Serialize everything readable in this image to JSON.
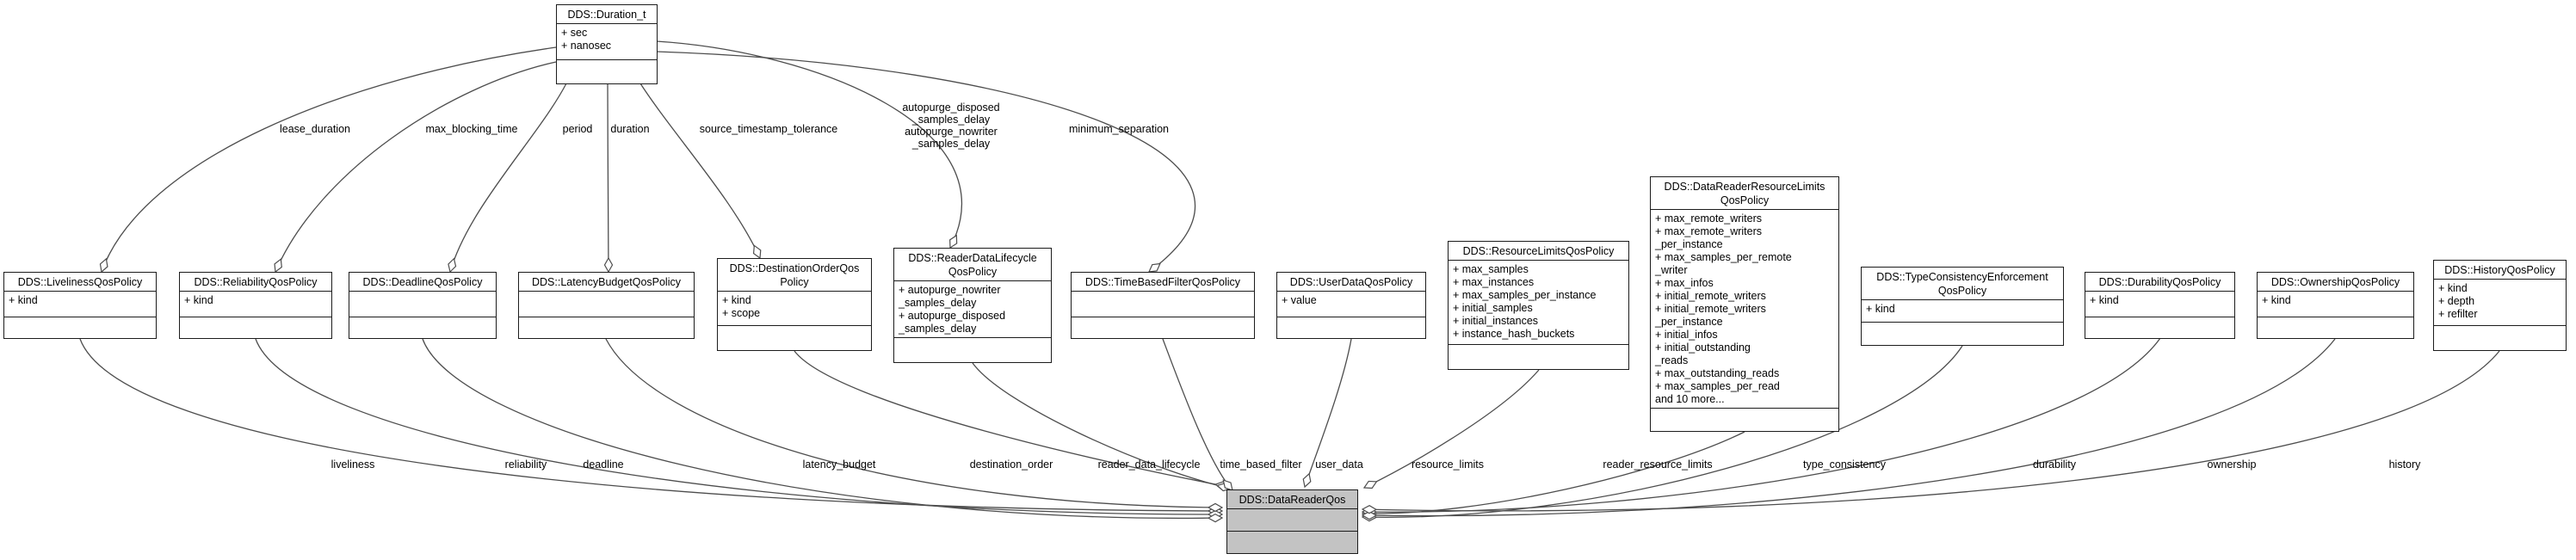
{
  "diagram": {
    "kind": "uml-class-diagram"
  },
  "colors": {
    "class_fill": "#ffffff",
    "highlight_fill": "#c3c3c3",
    "border": "#1c1c1c",
    "edge": "#4d4d4d",
    "text": "#000000"
  },
  "classes": [
    {
      "id": "duration_t",
      "name_lines": [
        "DDS::Duration_t"
      ],
      "attributes": [
        "+ sec",
        "+ nanosec"
      ]
    },
    {
      "id": "liveliness",
      "name_lines": [
        "DDS::LivelinessQosPolicy"
      ],
      "attributes": [
        "+ kind"
      ]
    },
    {
      "id": "reliability",
      "name_lines": [
        "DDS::ReliabilityQosPolicy"
      ],
      "attributes": [
        "+ kind"
      ]
    },
    {
      "id": "deadline",
      "name_lines": [
        "DDS::DeadlineQosPolicy"
      ],
      "attributes": []
    },
    {
      "id": "latency_budget",
      "name_lines": [
        "DDS::LatencyBudgetQosPolicy"
      ],
      "attributes": []
    },
    {
      "id": "destination_order",
      "name_lines": [
        "DDS::DestinationOrderQos",
        "Policy"
      ],
      "attributes": [
        "+ kind",
        "+ scope"
      ]
    },
    {
      "id": "reader_data_lifecycle",
      "name_lines": [
        "DDS::ReaderDataLifecycle",
        "QosPolicy"
      ],
      "attributes": [
        "+ autopurge_nowriter",
        "_samples_delay",
        "+ autopurge_disposed",
        "_samples_delay"
      ]
    },
    {
      "id": "time_based_filter",
      "name_lines": [
        "DDS::TimeBasedFilterQosPolicy"
      ],
      "attributes": []
    },
    {
      "id": "user_data",
      "name_lines": [
        "DDS::UserDataQosPolicy"
      ],
      "attributes": [
        "+ value"
      ]
    },
    {
      "id": "resource_limits",
      "name_lines": [
        "DDS::ResourceLimitsQosPolicy"
      ],
      "attributes": [
        "+ max_samples",
        "+ max_instances",
        "+ max_samples_per_instance",
        "+ initial_samples",
        "+ initial_instances",
        "+ instance_hash_buckets"
      ]
    },
    {
      "id": "reader_resource_limits",
      "name_lines": [
        "DDS::DataReaderResourceLimits",
        "QosPolicy"
      ],
      "attributes": [
        "+ max_remote_writers",
        "+ max_remote_writers",
        "_per_instance",
        "+ max_samples_per_remote",
        "_writer",
        "+ max_infos",
        "+ initial_remote_writers",
        "+ initial_remote_writers",
        "_per_instance",
        "+ initial_infos",
        "+ initial_outstanding",
        "_reads",
        "+ max_outstanding_reads",
        "+ max_samples_per_read",
        "and 10 more..."
      ]
    },
    {
      "id": "type_consistency",
      "name_lines": [
        "DDS::TypeConsistencyEnforcement",
        "QosPolicy"
      ],
      "attributes": [
        "+ kind"
      ]
    },
    {
      "id": "durability",
      "name_lines": [
        "DDS::DurabilityQosPolicy"
      ],
      "attributes": [
        "+ kind"
      ]
    },
    {
      "id": "ownership",
      "name_lines": [
        "DDS::OwnershipQosPolicy"
      ],
      "attributes": [
        "+ kind"
      ]
    },
    {
      "id": "history",
      "name_lines": [
        "DDS::HistoryQosPolicy"
      ],
      "attributes": [
        "+ kind",
        "+ depth",
        "+ refilter"
      ]
    },
    {
      "id": "data_reader_qos",
      "name_lines": [
        "DDS::DataReaderQos"
      ],
      "attributes": []
    }
  ],
  "edge_labels": [
    {
      "id": "lease_duration",
      "text": "lease_duration"
    },
    {
      "id": "max_blocking_time",
      "text": "max_blocking_time"
    },
    {
      "id": "period",
      "text": "period"
    },
    {
      "id": "duration",
      "text": "duration"
    },
    {
      "id": "source_timestamp_tolerance",
      "text": "source_timestamp_tolerance"
    },
    {
      "id": "autopurge_delays",
      "lines": [
        "autopurge_disposed",
        "_samples_delay",
        "autopurge_nowriter",
        "_samples_delay"
      ]
    },
    {
      "id": "minimum_separation",
      "text": "minimum_separation"
    },
    {
      "id": "liveliness",
      "text": "liveliness"
    },
    {
      "id": "reliability",
      "text": "reliability"
    },
    {
      "id": "deadline",
      "text": "deadline"
    },
    {
      "id": "latency_budget",
      "text": "latency_budget"
    },
    {
      "id": "destination_order",
      "text": "destination_order"
    },
    {
      "id": "reader_data_lifecycle",
      "text": "reader_data_lifecycle"
    },
    {
      "id": "time_based_filter",
      "text": "time_based_filter"
    },
    {
      "id": "user_data",
      "text": "user_data"
    },
    {
      "id": "resource_limits",
      "text": "resource_limits"
    },
    {
      "id": "reader_resource_limits",
      "text": "reader_resource_limits"
    },
    {
      "id": "type_consistency",
      "text": "type_consistency"
    },
    {
      "id": "durability",
      "text": "durability"
    },
    {
      "id": "ownership",
      "text": "ownership"
    },
    {
      "id": "history",
      "text": "history"
    }
  ]
}
